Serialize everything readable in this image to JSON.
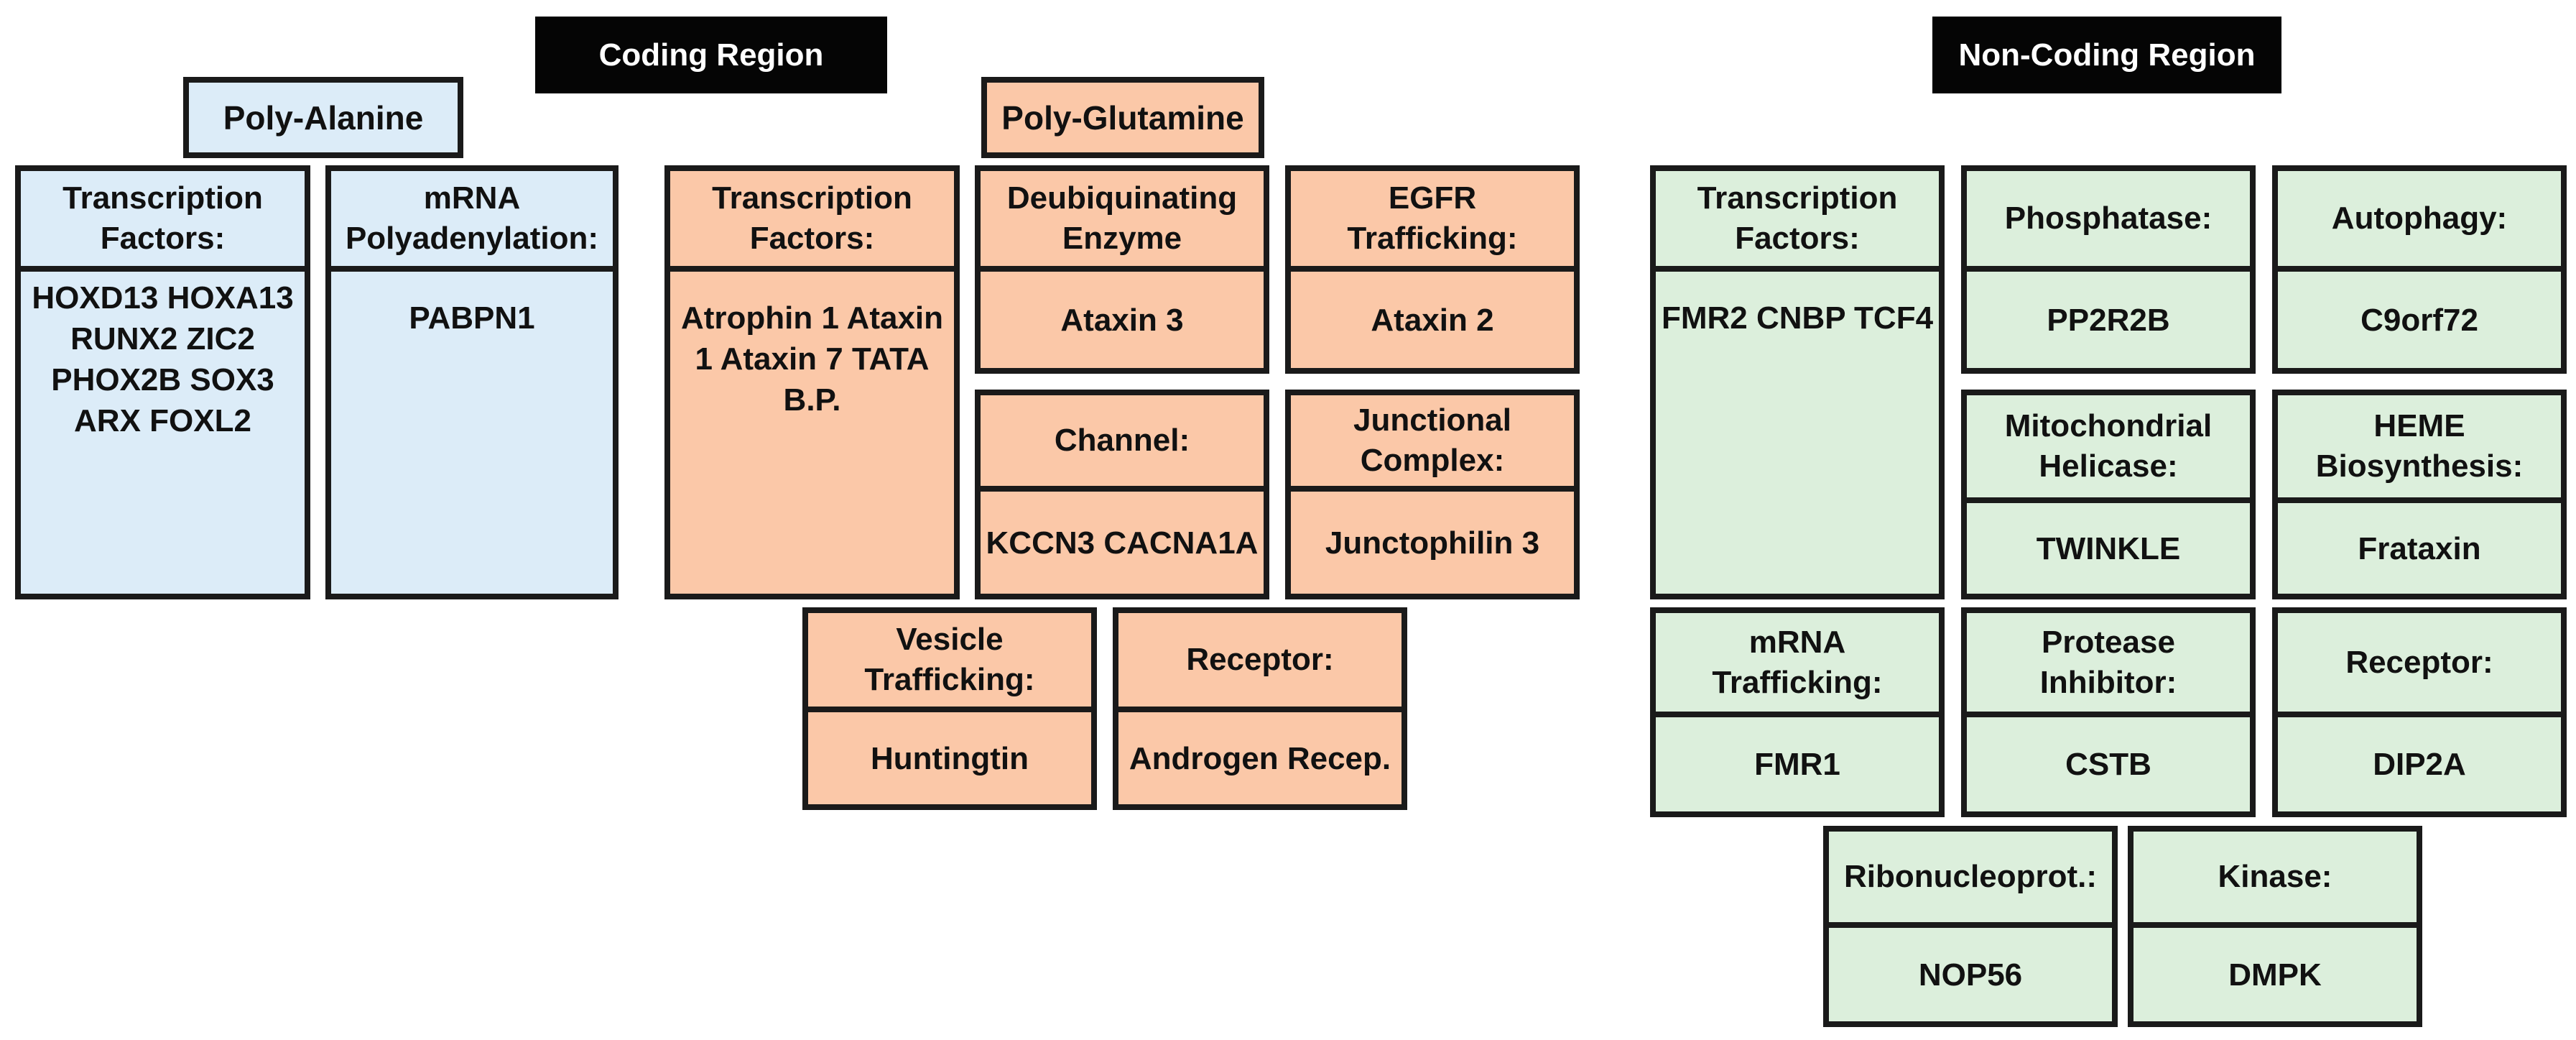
{
  "headers": {
    "coding": "Coding Region",
    "noncoding": "Non-Coding Region"
  },
  "groups": {
    "poly_alanine": "Poly-Alanine",
    "poly_glutamine": "Poly-Glutamine"
  },
  "colors": {
    "poly_alanine": "#dcecf8",
    "poly_glutamine": "#fbc8a8",
    "noncoding": "#dcefdc"
  },
  "boxes": {
    "pa_tf": {
      "category": "Transcription\nFactors:",
      "genes": "HOXD13\nHOXA13\nRUNX2\nZIC2\nPHOX2B\nSOX3\nARX\nFOXL2"
    },
    "pa_mrna": {
      "category": "mRNA\nPolyadenylation:",
      "genes": "PABPN1"
    },
    "pq_tf": {
      "category": "Transcription\nFactors:",
      "genes": "Atrophin 1\nAtaxin 1\nAtaxin 7\nTATA B.P."
    },
    "pq_deub": {
      "category": "Deubiquinating\nEnzyme",
      "genes": "Ataxin 3"
    },
    "pq_egfr": {
      "category": "EGFR\nTrafficking:",
      "genes": "Ataxin 2"
    },
    "pq_channel": {
      "category": "Channel:",
      "genes": "KCCN3\nCACNA1A"
    },
    "pq_junc": {
      "category": "Junctional\nComplex:",
      "genes": "Junctophilin 3"
    },
    "pq_vesicle": {
      "category": "Vesicle\nTrafficking:",
      "genes": "Huntingtin"
    },
    "pq_recep": {
      "category": "Receptor:",
      "genes": "Androgen Recep."
    },
    "nc_tf": {
      "category": "Transcription\nFactors:",
      "genes": "FMR2\nCNBP\nTCF4"
    },
    "nc_phos": {
      "category": "Phosphatase:",
      "genes": "PP2R2B"
    },
    "nc_auto": {
      "category": "Autophagy:",
      "genes": "C9orf72"
    },
    "nc_mito": {
      "category": "Mitochondrial\nHelicase:",
      "genes": "TWINKLE"
    },
    "nc_heme": {
      "category": "HEME\nBiosynthesis:",
      "genes": "Frataxin"
    },
    "nc_mrna": {
      "category": "mRNA\nTrafficking:",
      "genes": "FMR1"
    },
    "nc_prot": {
      "category": "Protease\nInhibitor:",
      "genes": "CSTB"
    },
    "nc_recep": {
      "category": "Receptor:",
      "genes": "DIP2A"
    },
    "nc_ribo": {
      "category": "Ribonucleoprot.:",
      "genes": "NOP56"
    },
    "nc_kinase": {
      "category": "Kinase:",
      "genes": "DMPK"
    }
  }
}
